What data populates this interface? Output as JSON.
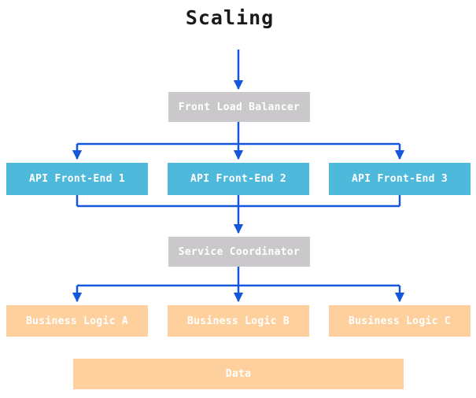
{
  "title": "Scaling",
  "colors": {
    "arrow_blue": "#1557dc",
    "node_blue": "#4fb9dc",
    "node_gray": "#cbc8cb",
    "node_orange": "#fdd09e",
    "node_text": "#ffffff",
    "title_text": "#1a1a1a",
    "background": "#ffffff"
  },
  "nodes": {
    "front_load_balancer": {
      "label": "Front Load Balancer"
    },
    "api_front_end_1": {
      "label": "API Front-End 1"
    },
    "api_front_end_2": {
      "label": "API Front-End 2"
    },
    "api_front_end_3": {
      "label": "API Front-End 3"
    },
    "service_coordinator": {
      "label": "Service Coordinator"
    },
    "business_logic_a": {
      "label": "Business Logic A"
    },
    "business_logic_b": {
      "label": "Business Logic B"
    },
    "business_logic_c": {
      "label": "Business Logic C"
    },
    "data": {
      "label": "Data"
    }
  }
}
